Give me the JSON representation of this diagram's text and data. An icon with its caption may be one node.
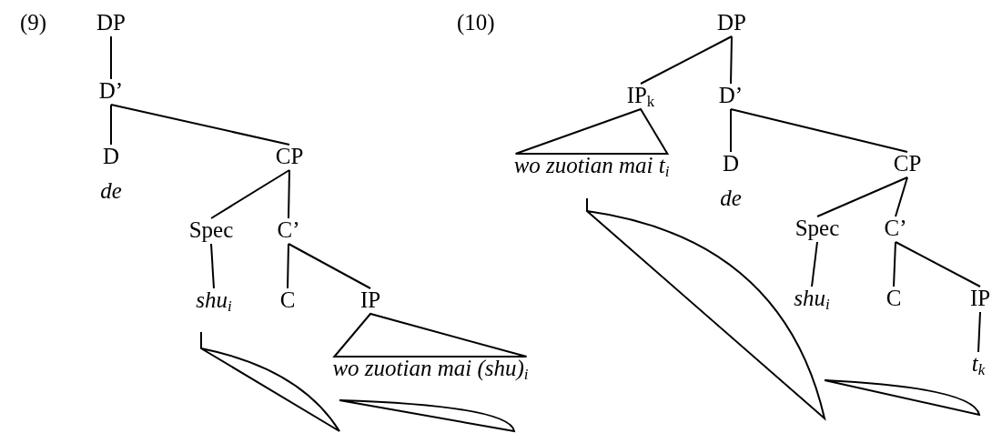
{
  "diagram": {
    "nodes": [
      {
        "text": [
          "DP"
        ]
      },
      {
        "text": [
          "D’"
        ]
      },
      {
        "text": [
          "D",
          "de"
        ]
      },
      {
        "text": [
          "CP"
        ]
      },
      {
        "text": [
          "Spec"
        ]
      },
      {
        "text": [
          "C’"
        ]
      },
      {
        "text": [
          "shu$_{i}$"
        ]
      },
      {
        "text": [
          "C"
        ]
      },
      {
        "text": [
          "IP"
        ]
      },
      {
        "text": [
          "wo zuotian mai (shu)$_{i}$"
        ]
      },
      {
        "text": [
          "DP"
        ]
      },
      {
        "text": [
          "IP$_{k}$"
        ]
      },
      {
        "text": [
          "D’"
        ]
      },
      {
        "text": [
          "wo zuotian mai t$_{i}$"
        ]
      },
      {
        "text": [
          "D",
          "de"
        ]
      },
      {
        "text": [
          "CP"
        ]
      },
      {
        "text": [
          "Spec"
        ]
      },
      {
        "text": [
          "C’"
        ]
      },
      {
        "text": [
          "shu$_{i}$"
        ]
      },
      {
        "text": [
          "C"
        ]
      },
      {
        "text": [
          "IP"
        ]
      },
      {
        "text": [
          "t$_{k}$"
        ]
      }
    ],
    "edges": [
      {
        "from": 0,
        "to": 1,
        "arrow": "none"
      },
      {
        "from": 1,
        "to": 2,
        "arrow": "none"
      },
      {
        "from": 1,
        "to": 3,
        "arrow": "none"
      },
      {
        "from": 3,
        "to": 4,
        "arrow": "none"
      },
      {
        "from": 3,
        "to": 5,
        "arrow": "none"
      },
      {
        "from": 4,
        "to": 6,
        "arrow": "none"
      },
      {
        "from": 5,
        "to": 7,
        "arrow": "none"
      },
      {
        "from": 5,
        "to": 8,
        "arrow": "none"
      },
      {
        "from": 8,
        "to": 9,
        "arrow": "none"
      },
      {
        "from": 10,
        "to": 11,
        "arrow": "none"
      },
      {
        "from": 10,
        "to": 12,
        "arrow": "none"
      },
      {
        "from": 11,
        "to": 13,
        "arrow": "none"
      },
      {
        "from": 12,
        "to": 14,
        "arrow": "none"
      },
      {
        "from": 12,
        "to": 15,
        "arrow": "none"
      },
      {
        "from": 15,
        "to": 16,
        "arrow": "none"
      },
      {
        "from": 15,
        "to": 17,
        "arrow": "none"
      },
      {
        "from": 16,
        "to": 18,
        "arrow": "none"
      },
      {
        "from": 17,
        "to": 19,
        "arrow": "none"
      },
      {
        "from": 17,
        "to": 20,
        "arrow": "none"
      },
      {
        "from": 20,
        "to": 21,
        "arrow": "none"
      }
    ],
    "labels": [
      "(9)",
      "(10)"
    ]
  }
}
